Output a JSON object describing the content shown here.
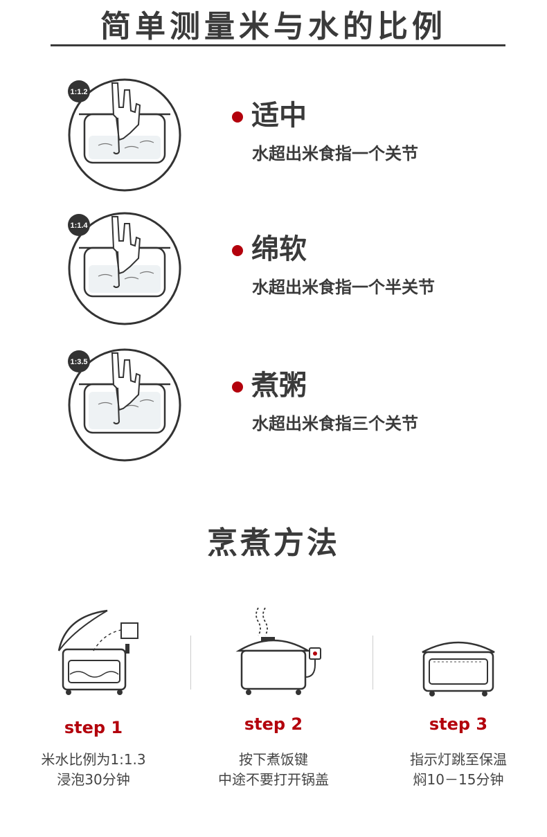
{
  "section_ratio": {
    "title": "简单测量米与水的比例",
    "items": [
      {
        "ratio": "1:1.2",
        "name": "适中",
        "desc": "水超出米食指一个关节",
        "water_level": 0.45
      },
      {
        "ratio": "1:1.4",
        "name": "绵软",
        "desc": "水超出米食指一个半关节",
        "water_level": 0.55
      },
      {
        "ratio": "1:3.5",
        "name": "煮粥",
        "desc": "水超出米食指三个关节",
        "water_level": 0.7
      }
    ]
  },
  "section_method": {
    "title": "烹煮方法",
    "steps": [
      {
        "label": "step 1",
        "line1": "米水比例为1:1.3",
        "line2": "浸泡30分钟"
      },
      {
        "label": "step 2",
        "line1": "按下煮饭键",
        "line2": "中途不要打开锅盖"
      },
      {
        "label": "step 3",
        "line1": "指示灯跳至保温",
        "line2": "焖10－15分钟"
      }
    ]
  },
  "colors": {
    "accent": "#b3000c",
    "text": "#3a3a3a",
    "rule": "#3a3a3a"
  },
  "icons": [
    "hand-in-pot-icon",
    "rice-cooker-icon",
    "red-dot-icon"
  ]
}
